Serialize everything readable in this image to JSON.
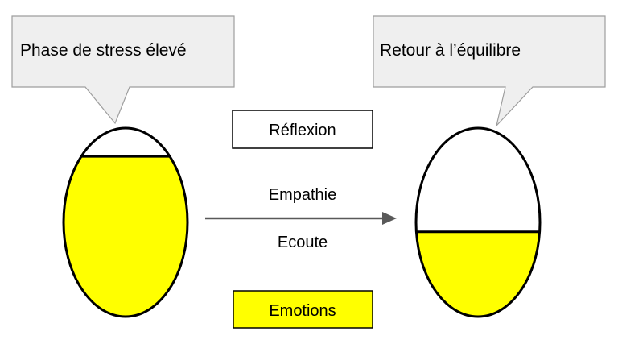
{
  "callouts": {
    "left": {
      "text": "Phase de stress élevé"
    },
    "right": {
      "text": "Retour à l’équilibre"
    }
  },
  "middle": {
    "reflexion_label": "Réflexion",
    "empathie_label": "Empathie",
    "ecoute_label": "Ecoute",
    "emotions_label": "Emotions"
  },
  "eggs": {
    "left_fill_level": 0.85,
    "right_fill_level": 0.45
  },
  "colors": {
    "callout_fill": "#efefef",
    "callout_stroke": "#9e9e9e",
    "emotion_fill": "#ffff00",
    "outline": "#000000",
    "arrow": "#595959"
  }
}
